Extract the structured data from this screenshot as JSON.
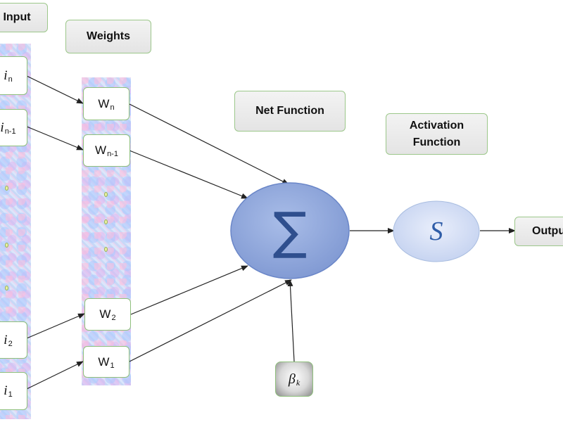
{
  "labels": {
    "input": "Input",
    "weights": "Weights",
    "net_function": "Net Function",
    "activation_function": "Activation\nFunction",
    "output": "Output"
  },
  "inputs": [
    {
      "base": "i",
      "sub": "n"
    },
    {
      "base": "i",
      "sub": "n-1"
    },
    {
      "base": "i",
      "sub": "2"
    },
    {
      "base": "i",
      "sub": "1"
    }
  ],
  "weights": [
    {
      "base": "W",
      "sub": "n"
    },
    {
      "base": "W",
      "sub": "n-1"
    },
    {
      "base": "W",
      "sub": "2"
    },
    {
      "base": "W",
      "sub": "1"
    }
  ],
  "summation": {
    "symbol": "∑"
  },
  "activation": {
    "symbol": "S"
  },
  "bias": {
    "base": "β",
    "sub": "k"
  },
  "colors": {
    "node_border": "#8fc07c",
    "sigma_fill": "#8ea6dc",
    "sigma_text": "#2f4f8e",
    "arrow": "#222222"
  },
  "icons": {
    "arrowhead": "arrowhead-icon",
    "ellipsis_dot": "ellipsis-dot-icon"
  }
}
